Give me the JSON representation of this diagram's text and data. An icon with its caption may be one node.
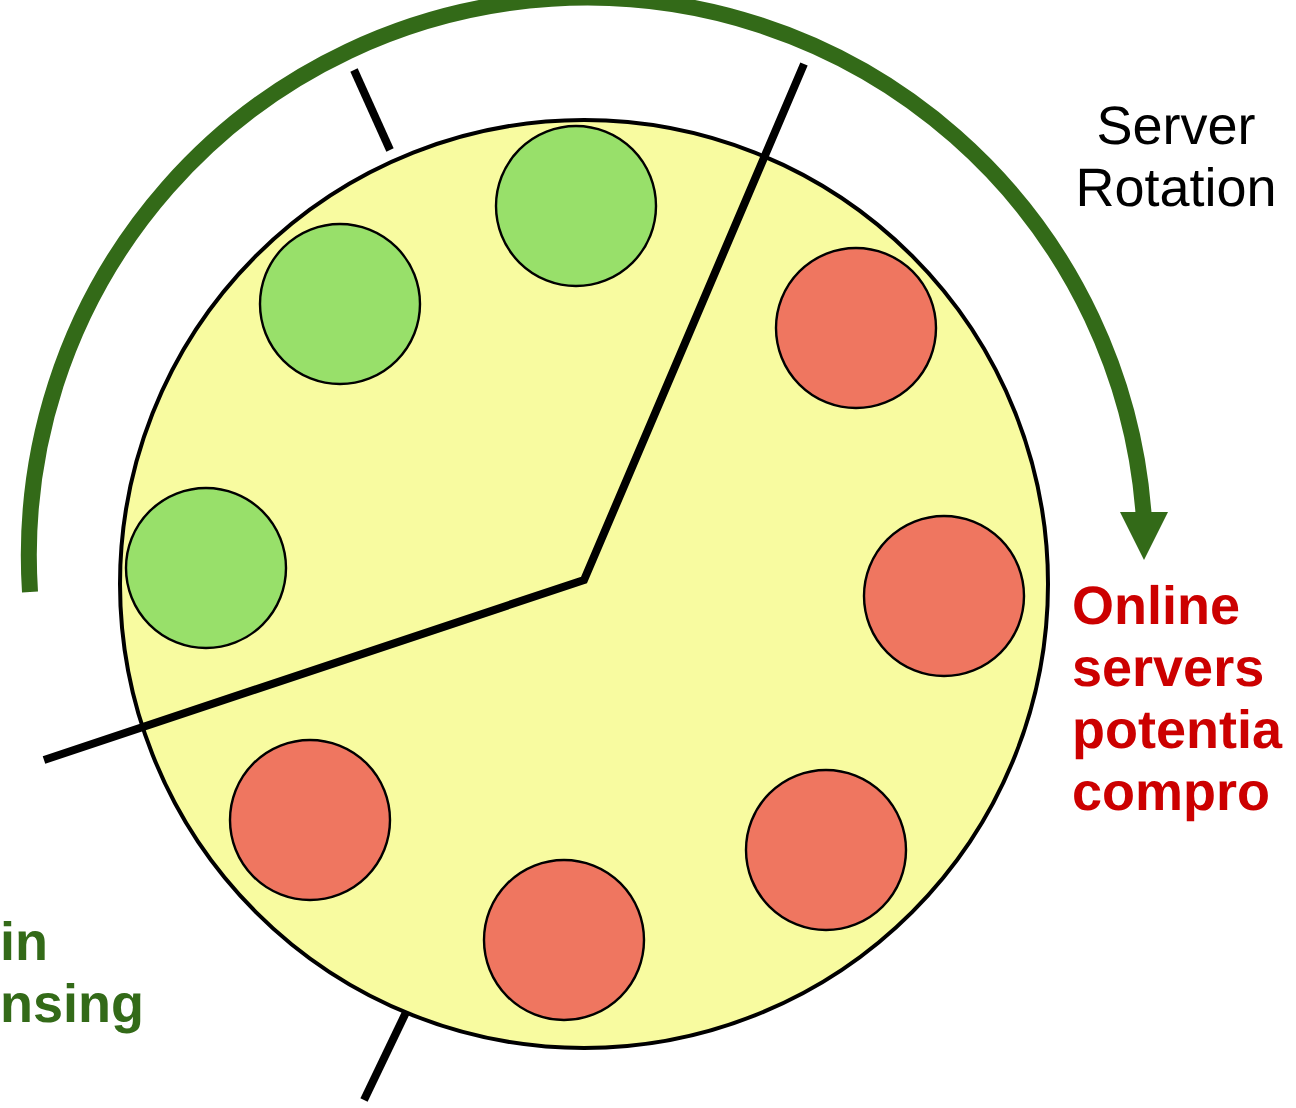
{
  "diagram": {
    "nodes": [
      {
        "text": [],
        "shape": "circle"
      },
      {
        "text": [],
        "shape": "circle",
        "in": 0
      },
      {
        "text": [],
        "shape": "circle",
        "in": 0
      },
      {
        "text": [],
        "shape": "circle",
        "in": 0
      },
      {
        "text": [],
        "shape": "circle",
        "in": 0
      },
      {
        "text": [],
        "shape": "circle",
        "in": 0
      },
      {
        "text": [],
        "shape": "circle",
        "in": 0
      },
      {
        "text": [],
        "shape": "circle",
        "in": 0
      },
      {
        "text": [],
        "shape": "circle",
        "in": 0
      }
    ],
    "labels": [
      "Server Rotation",
      "Online servers potentia compro",
      "in nsing"
    ]
  }
}
